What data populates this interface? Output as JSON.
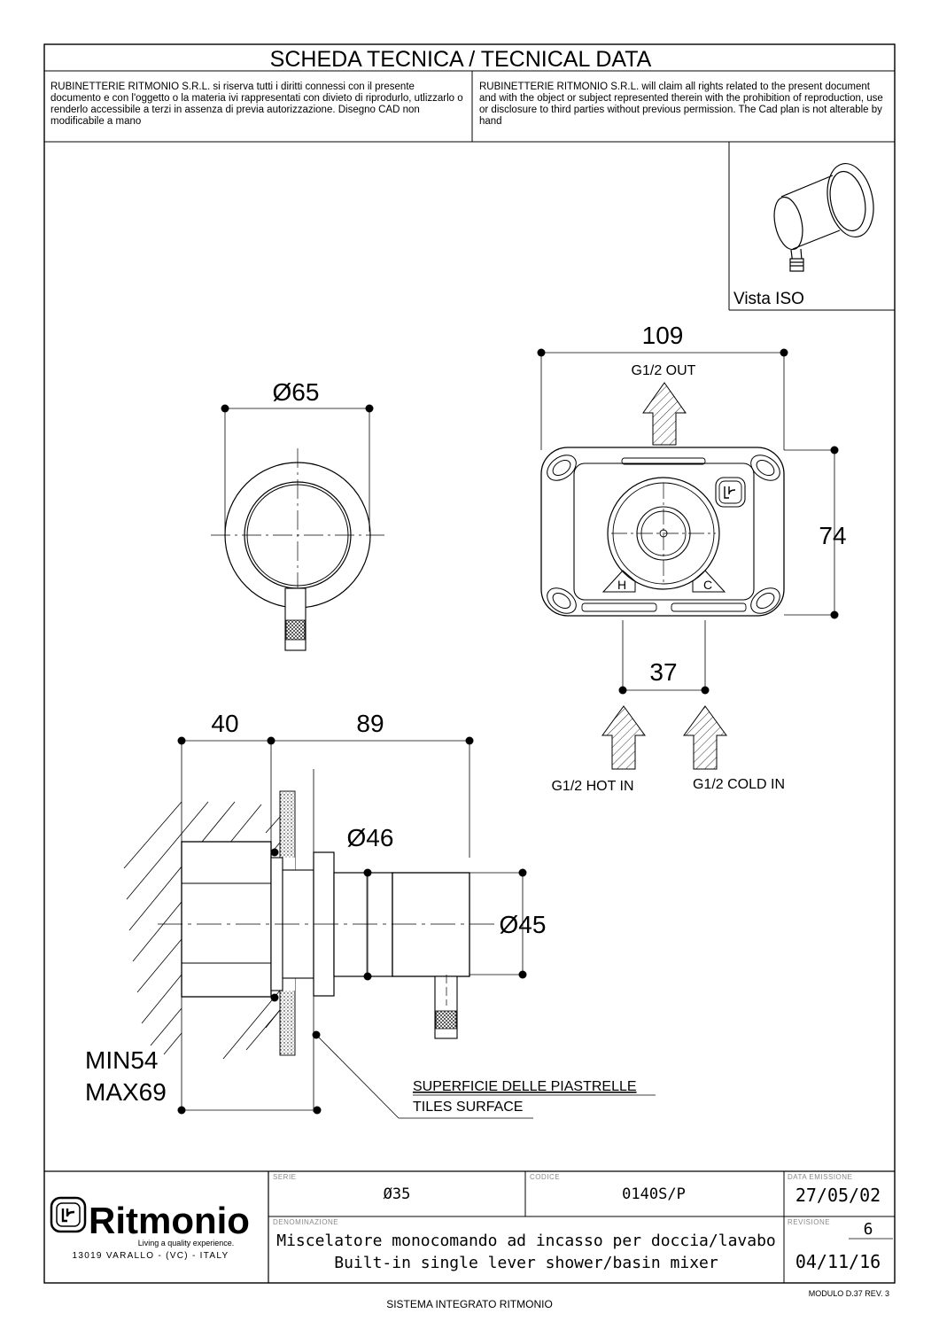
{
  "header": {
    "title": "SCHEDA TECNICA / TECNICAL DATA",
    "notice_it": "RUBINETTERIE RITMONIO S.R.L. si riserva tutti i diritti connessi con il presente documento e con l'oggetto o la materia ivi rappresentati con divieto di riprodurlo, utlizzarlo o renderlo accessibile a terzi in assenza di previa autorizzazione. Disegno CAD non modificabile a mano",
    "notice_en": "RUBINETTERIE RITMONIO S.R.L. will claim all rights related to the present document and with the object or subject represented therein with the prohibition  of reproduction, use or disclosure to third parties without previous permission.  The Cad plan is not alterable by hand"
  },
  "iso_view": {
    "label": "Vista ISO"
  },
  "front_view": {
    "dim_diameter": "Ø65"
  },
  "rear_view": {
    "dim_width": "109",
    "dim_height": "74",
    "dim_inlet_spacing": "37",
    "out_label": "G1/2 OUT",
    "hot_label": "G1/2 HOT IN",
    "cold_label": "G1/2 COLD IN",
    "hot_mark": "H",
    "cold_mark": "C"
  },
  "side_view": {
    "dim_depth_wall": "40",
    "dim_projection": "89",
    "dim_d46": "Ø46",
    "dim_d45": "Ø45",
    "min_label": "MIN54",
    "max_label": "MAX69",
    "tiles_it": "SUPERFICIE DELLE PIASTRELLE",
    "tiles_en": "TILES SURFACE"
  },
  "title_block": {
    "brand": "Ritmonio",
    "tagline": "Living a quality experience.",
    "address": "13019 VARALLO - (VC) - ITALY",
    "serie_label": "SERIE",
    "serie_value": "Ø35",
    "codice_label": "CODICE",
    "codice_value": "0140S/P",
    "data_label": "DATA EMISSIONE",
    "data_value": "27/05/02",
    "denominazione_label": "DENOMINAZIONE",
    "desc_it": "Miscelatore monocomando ad incasso per doccia/lavabo",
    "desc_en": "Built-in single lever shower/basin mixer",
    "revisione_label": "REVISIONE",
    "revisione_value": "6",
    "revision_date": "04/11/16"
  },
  "footer": {
    "module": "MODULO D.37 REV. 3",
    "system": "SISTEMA INTEGRATO RITMONIO"
  }
}
